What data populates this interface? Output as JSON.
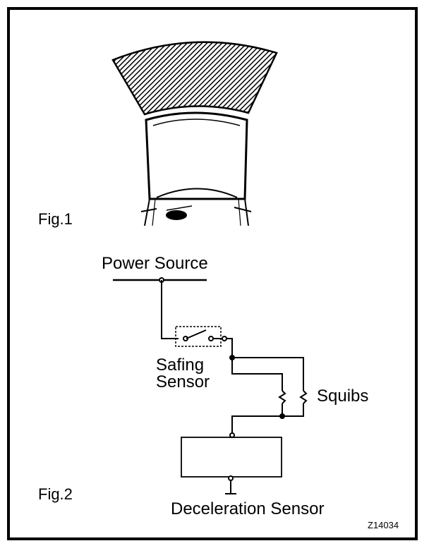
{
  "fig1": {
    "label": "Fig.1"
  },
  "fig2": {
    "label": "Fig.2",
    "power_source": "Power Source",
    "safing_sensor_line1": "Safing",
    "safing_sensor_line2": "Sensor",
    "squibs": "Squibs",
    "deceleration_sensor": "Deceleration Sensor"
  },
  "code": "Z14034"
}
